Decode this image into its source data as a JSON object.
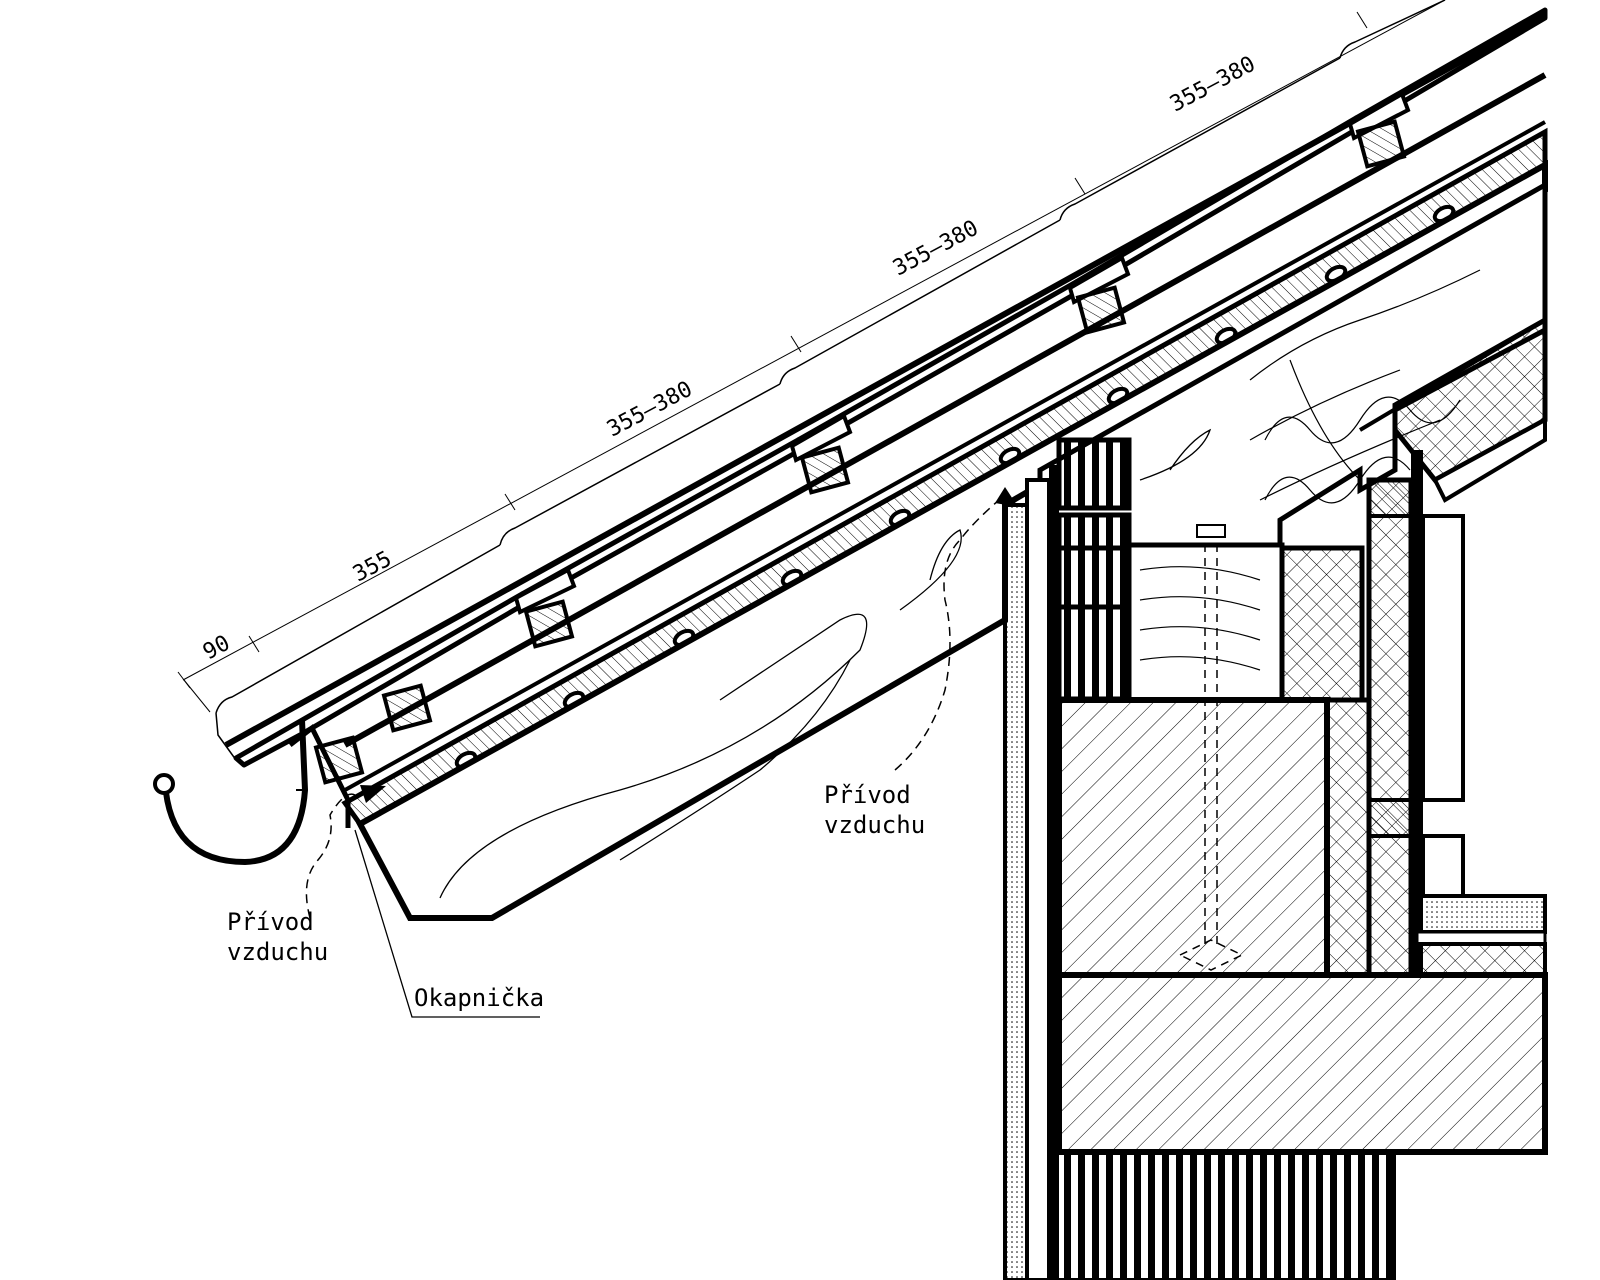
{
  "labels": {
    "air_inlet_left_line1": "Přívod",
    "air_inlet_left_line2": "vzduchu",
    "air_inlet_right_line1": "Přívod",
    "air_inlet_right_line2": "vzduchu",
    "drip_edge": "Okapnička"
  },
  "dimensions": [
    "90",
    "355",
    "355–380",
    "355–380",
    "355–380"
  ],
  "colors": {
    "line": "#000000",
    "background": "#ffffff"
  }
}
